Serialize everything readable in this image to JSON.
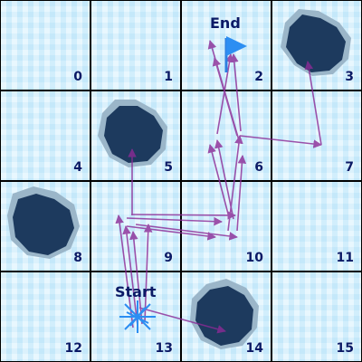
{
  "board": {
    "cells": [
      {
        "number": "0",
        "state": "ice"
      },
      {
        "number": "1",
        "state": "ice"
      },
      {
        "number": "2",
        "state": "goal"
      },
      {
        "number": "3",
        "state": "hole"
      },
      {
        "number": "4",
        "state": "ice"
      },
      {
        "number": "5",
        "state": "hole"
      },
      {
        "number": "6",
        "state": "ice"
      },
      {
        "number": "7",
        "state": "ice"
      },
      {
        "number": "8",
        "state": "hole"
      },
      {
        "number": "9",
        "state": "ice"
      },
      {
        "number": "10",
        "state": "ice"
      },
      {
        "number": "11",
        "state": "ice"
      },
      {
        "number": "12",
        "state": "ice"
      },
      {
        "number": "13",
        "state": "start"
      },
      {
        "number": "14",
        "state": "hole"
      },
      {
        "number": "15",
        "state": "ice"
      }
    ],
    "start_label": "Start",
    "end_label": "End"
  },
  "colors": {
    "ice": "#cfeefc",
    "hole": "#1d3a5e",
    "hole_rim": "#9bb6c9",
    "grid": "#000000",
    "path": "#8b2a96",
    "flag": "#2c8ef2",
    "start_marker": "#2c7fe0",
    "text": "#0b1a66"
  },
  "icons": {
    "goal": "flag-icon",
    "start": "star-marker-icon",
    "hole": "hole-icon"
  }
}
